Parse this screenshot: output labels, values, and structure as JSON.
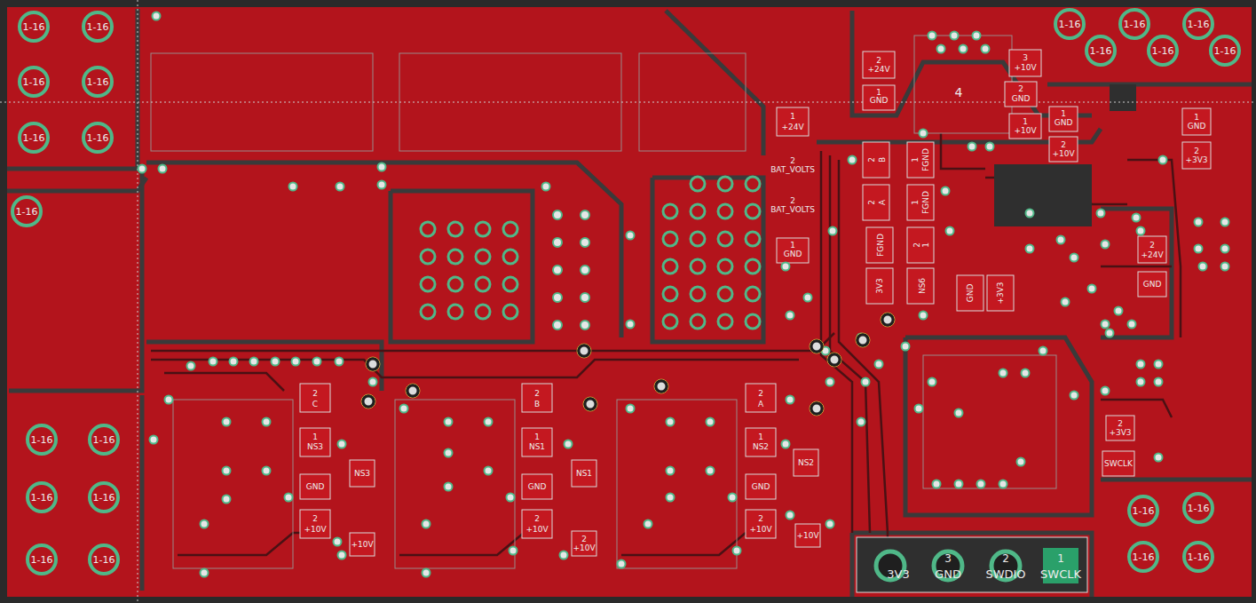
{
  "diagram": {
    "labels": [
      "1-16",
      "1-16",
      "1-16",
      "1-16",
      "1-16",
      "1-16",
      "1-16",
      "1-16",
      "1-16",
      "1-16",
      "1-16",
      "1-16",
      "1-16",
      "1-16",
      "1-16",
      "1-16",
      "1-16",
      "1-16",
      "1-16",
      "1-16",
      "1-16",
      "1-16",
      "1-16",
      "2",
      "+24V",
      "1",
      "GND",
      "4",
      "3",
      "+10V",
      "2",
      "GND",
      "1",
      "+24V",
      "1",
      "+10V",
      "1",
      "GND",
      "2",
      "+10V",
      "1",
      "GND",
      "2",
      "+3V3",
      "2",
      "BAT_VOLTS",
      "2",
      "BAT_VOLTS",
      "1",
      "GND",
      "2",
      "B",
      "1",
      "FGND",
      "2",
      "A",
      "1",
      "FGND",
      "FGND",
      "2",
      "1",
      "3V3",
      "NS6",
      "GND",
      "+3V3",
      "2",
      "+24V",
      "GND",
      "2",
      "+3V3",
      "SWCLK",
      "2",
      "C",
      "1",
      "NS3",
      "GND",
      "2",
      "+10V",
      "NS3",
      "+10V",
      "2",
      "B",
      "1",
      "NS1",
      "GND",
      "2",
      "+10V",
      "NS1",
      "2",
      "+10V",
      "2",
      "A",
      "1",
      "NS2",
      "GND",
      "2",
      "+10V",
      "NS2",
      "+10V",
      "3V3",
      "3",
      "GND",
      "2",
      "SWDIO",
      "1",
      "SWCLK"
    ]
  }
}
